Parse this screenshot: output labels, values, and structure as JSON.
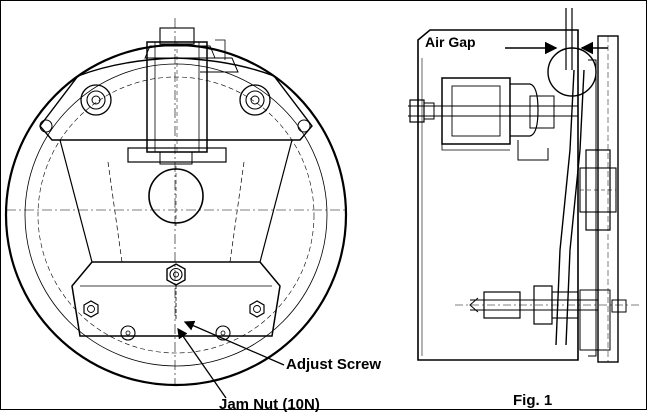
{
  "labels": {
    "adjust_screw": "Adjust Screw",
    "jam_nut": "Jam Nut (10N)",
    "air_gap": "Air Gap",
    "figure": "Fig. 1"
  }
}
